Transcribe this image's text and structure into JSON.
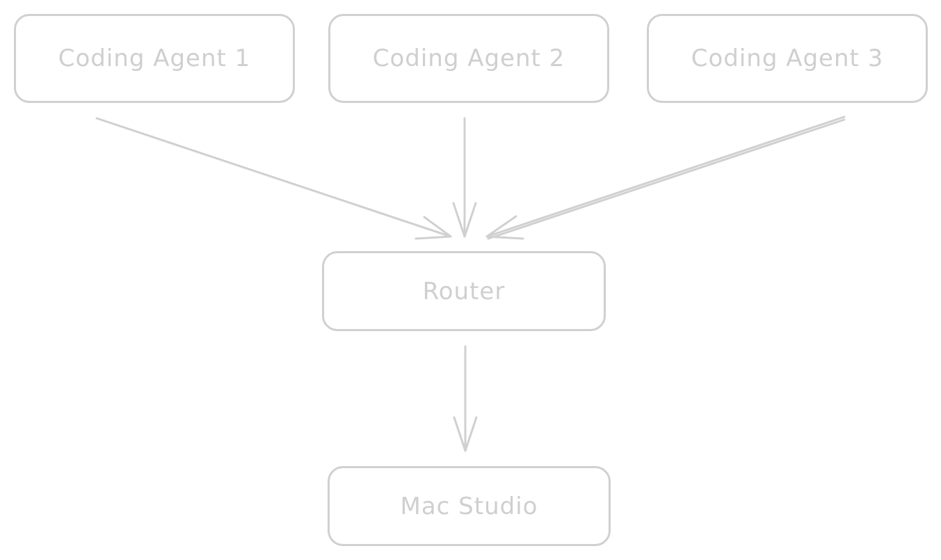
{
  "diagram": {
    "nodes": {
      "agent1": "Coding Agent 1",
      "agent2": "Coding Agent 2",
      "agent3": "Coding Agent 3",
      "router": "Router",
      "mac": "Mac Studio"
    },
    "edges": [
      {
        "from": "Coding Agent 1",
        "to": "Router"
      },
      {
        "from": "Coding Agent 2",
        "to": "Router"
      },
      {
        "from": "Coding Agent 3",
        "to": "Router"
      },
      {
        "from": "Router",
        "to": "Mac Studio"
      }
    ],
    "colors": {
      "stroke": "#d0d0d0",
      "text": "#cfcfcf",
      "background": "#ffffff"
    }
  }
}
